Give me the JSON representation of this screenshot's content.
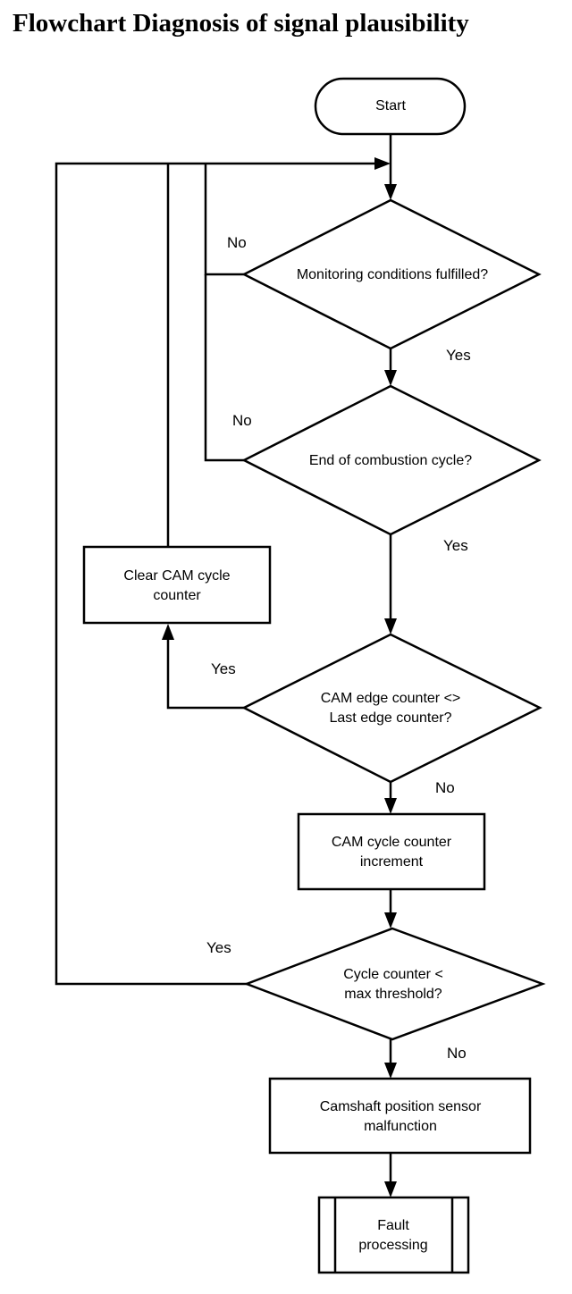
{
  "title": "Flowchart Diagnosis of signal plausibility",
  "nodes": {
    "start": {
      "lines": [
        "Start"
      ]
    },
    "monitoring": {
      "lines": [
        "Monitoring conditions fulfilled?"
      ]
    },
    "end_combustion": {
      "lines": [
        "End of combustion cycle?"
      ]
    },
    "clear_counter": {
      "lines": [
        "Clear CAM cycle",
        "counter"
      ]
    },
    "cam_edge": {
      "lines": [
        "CAM edge counter <>",
        "Last edge counter?"
      ]
    },
    "increment": {
      "lines": [
        "CAM cycle counter",
        "increment"
      ]
    },
    "threshold": {
      "lines": [
        "Cycle counter <",
        "max threshold?"
      ]
    },
    "malfunction": {
      "lines": [
        "Camshaft position sensor",
        "malfunction"
      ]
    },
    "fault": {
      "lines": [
        "Fault",
        "processing"
      ]
    }
  },
  "labels": {
    "monitoring_no": "No",
    "monitoring_yes": "Yes",
    "combustion_no": "No",
    "combustion_yes": "Yes",
    "edge_yes": "Yes",
    "edge_no": "No",
    "threshold_yes": "Yes",
    "threshold_no": "No"
  }
}
